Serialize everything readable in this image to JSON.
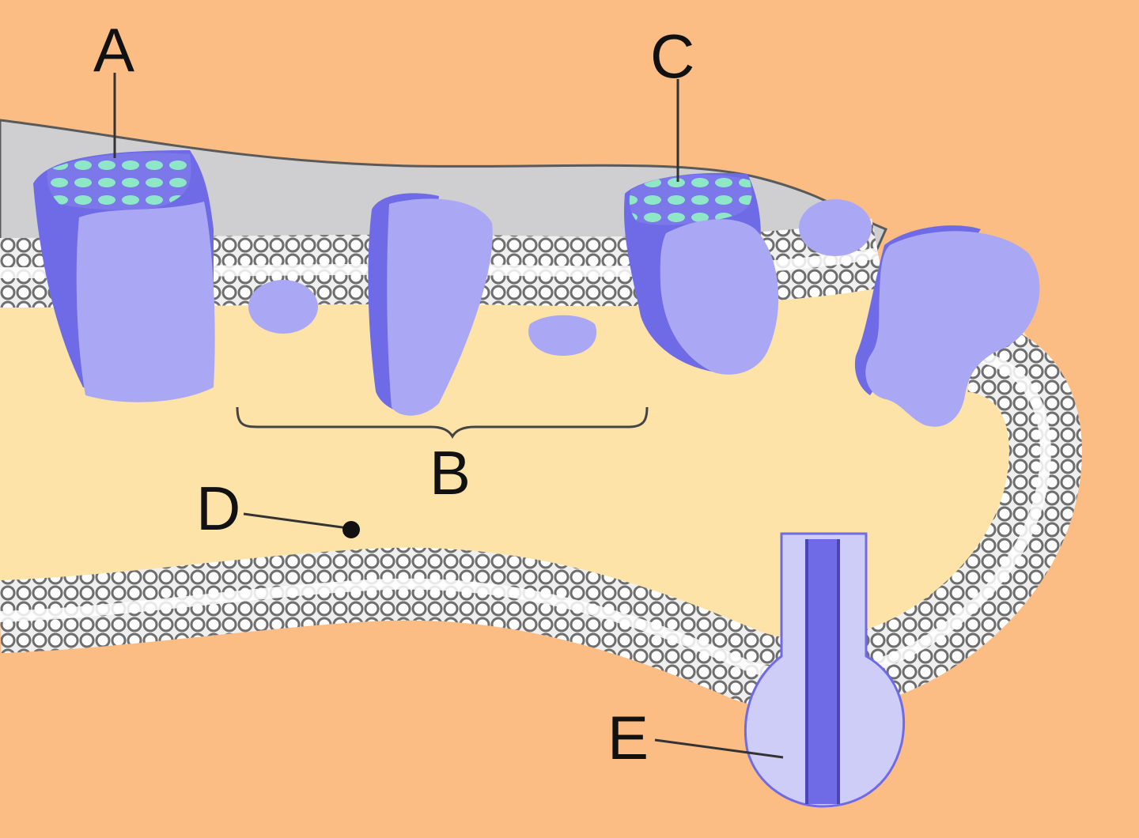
{
  "labels": {
    "a": "A",
    "b": "B",
    "c": "C",
    "d": "D",
    "e": "E"
  },
  "colors": {
    "background": "#fcbd84",
    "cytoplasm": "#fde3a8",
    "glycocalyx": "#cfcfd1",
    "bilayer": "#e9e9e9",
    "protein_face": "#aaa8f4",
    "protein_side": "#6f6be6",
    "pore_spots": "#8ee8c8",
    "channel_face": "#cdcdf8",
    "ink": "#111111"
  }
}
